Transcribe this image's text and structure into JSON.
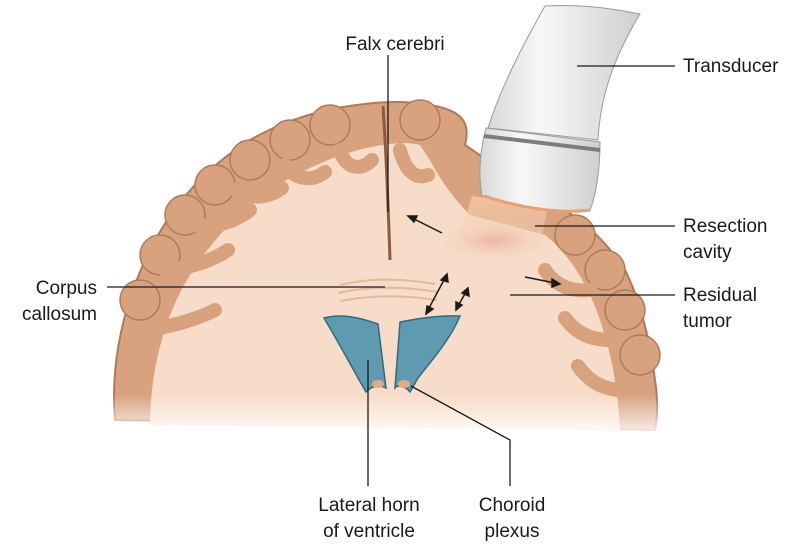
{
  "diagram": {
    "labels": {
      "falx_cerebri": "Falx cerebri",
      "transducer": "Transducer",
      "resection_line1": "Resection",
      "resection_line2": "cavity",
      "corpus_line1": "Corpus",
      "corpus_line2": "callosum",
      "residual_line1": "Residual",
      "residual_line2": "tumor",
      "lateral_line1": "Lateral horn",
      "lateral_line2": "of ventricle",
      "choroid_line1": "Choroid",
      "choroid_line2": "plexus"
    },
    "colors": {
      "cortex": "#d9a27f",
      "cortex_edge": "#b07a5a",
      "white_matter": "#f7dcc9",
      "ventricle": "#5e9bb0",
      "ventricle_edge": "#2f6b80",
      "choroid": "#e7a884",
      "transducer_body": "#eeeeee",
      "transducer_band": "#8a8a8a",
      "resection": "#e9a898",
      "leader": "#1a1a1a"
    }
  }
}
